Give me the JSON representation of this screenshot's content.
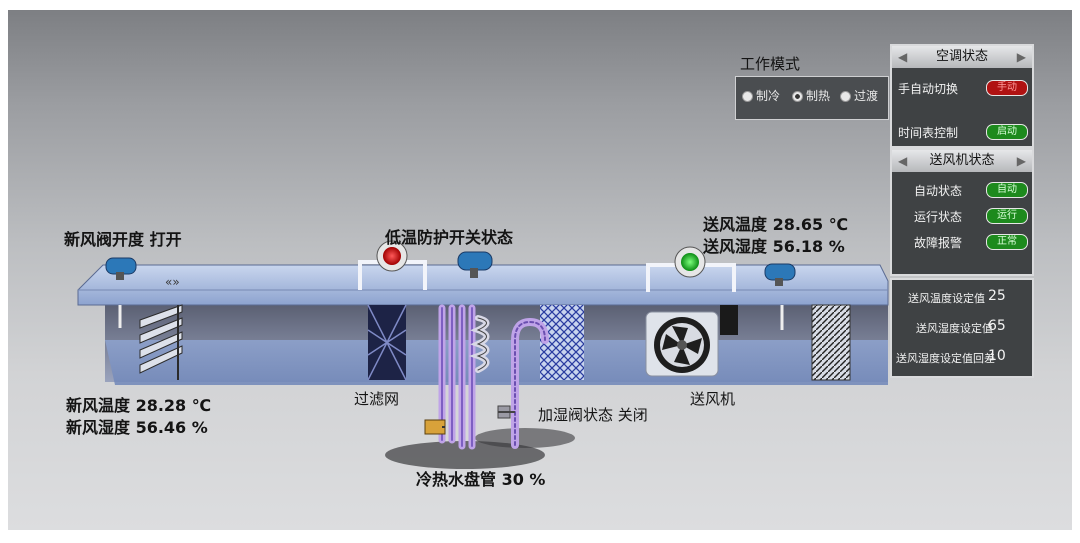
{
  "work_mode": {
    "title": "工作模式",
    "options": [
      "制冷",
      "制热",
      "过渡"
    ],
    "selected": "制热"
  },
  "ac_status": {
    "title": "空调状态",
    "rows": [
      {
        "label": "手自动切换",
        "indicator": "手动",
        "color": "#b01212"
      },
      {
        "label": "时间表控制",
        "indicator": "启动",
        "color": "#1d8a1d"
      }
    ]
  },
  "fan_status": {
    "title": "送风机状态",
    "rows": [
      {
        "label": "自动状态",
        "indicator": "自动",
        "color": "#1d8a1d"
      },
      {
        "label": "运行状态",
        "indicator": "运行",
        "color": "#1d8a1d"
      },
      {
        "label": "故障报警",
        "indicator": "正常",
        "color": "#1d8a1d"
      }
    ]
  },
  "setpoints": [
    {
      "label": "送风温度设定值",
      "value": "25"
    },
    {
      "label": "送风湿度设定值",
      "value": "65"
    },
    {
      "label": "送风湿度设定值回差",
      "value": "10"
    }
  ],
  "labels": {
    "fresh_air_valve": "新风阀开度 打开",
    "frost_protection": "低温防护开关状态",
    "supply_temp": "送风温度 28.65 ℃",
    "supply_humidity": "送风湿度 56.18 %",
    "fresh_temp": "新风温度 28.28 ℃",
    "fresh_humidity": "新风湿度 56.46 %",
    "filter": "过滤网",
    "humidifier_valve": "加湿阀状态 关闭",
    "supply_fan": "送风机",
    "coil": "冷热水盘管 30 %"
  },
  "colors": {
    "frost_lamp": "#d81c1c",
    "supply_lamp": "#22c12a"
  }
}
